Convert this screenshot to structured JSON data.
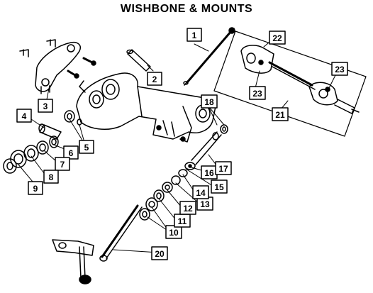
{
  "title": "WISHBONE & MOUNTS",
  "callouts": [
    {
      "id": "c1",
      "label": "1"
    },
    {
      "id": "c2",
      "label": "2"
    },
    {
      "id": "c3",
      "label": "3"
    },
    {
      "id": "c4",
      "label": "4"
    },
    {
      "id": "c5",
      "label": "5"
    },
    {
      "id": "c6",
      "label": "6"
    },
    {
      "id": "c7",
      "label": "7"
    },
    {
      "id": "c8",
      "label": "8"
    },
    {
      "id": "c9",
      "label": "9"
    },
    {
      "id": "c10",
      "label": "10"
    },
    {
      "id": "c11",
      "label": "11"
    },
    {
      "id": "c12",
      "label": "12"
    },
    {
      "id": "c13",
      "label": "13"
    },
    {
      "id": "c14",
      "label": "14"
    },
    {
      "id": "c15",
      "label": "15"
    },
    {
      "id": "c16",
      "label": "16"
    },
    {
      "id": "c17",
      "label": "17"
    },
    {
      "id": "c18",
      "label": "18"
    },
    {
      "id": "c20",
      "label": "20"
    },
    {
      "id": "c21",
      "label": "21"
    },
    {
      "id": "c22",
      "label": "22"
    },
    {
      "id": "c23a",
      "label": "23"
    },
    {
      "id": "c23b",
      "label": "23"
    }
  ]
}
